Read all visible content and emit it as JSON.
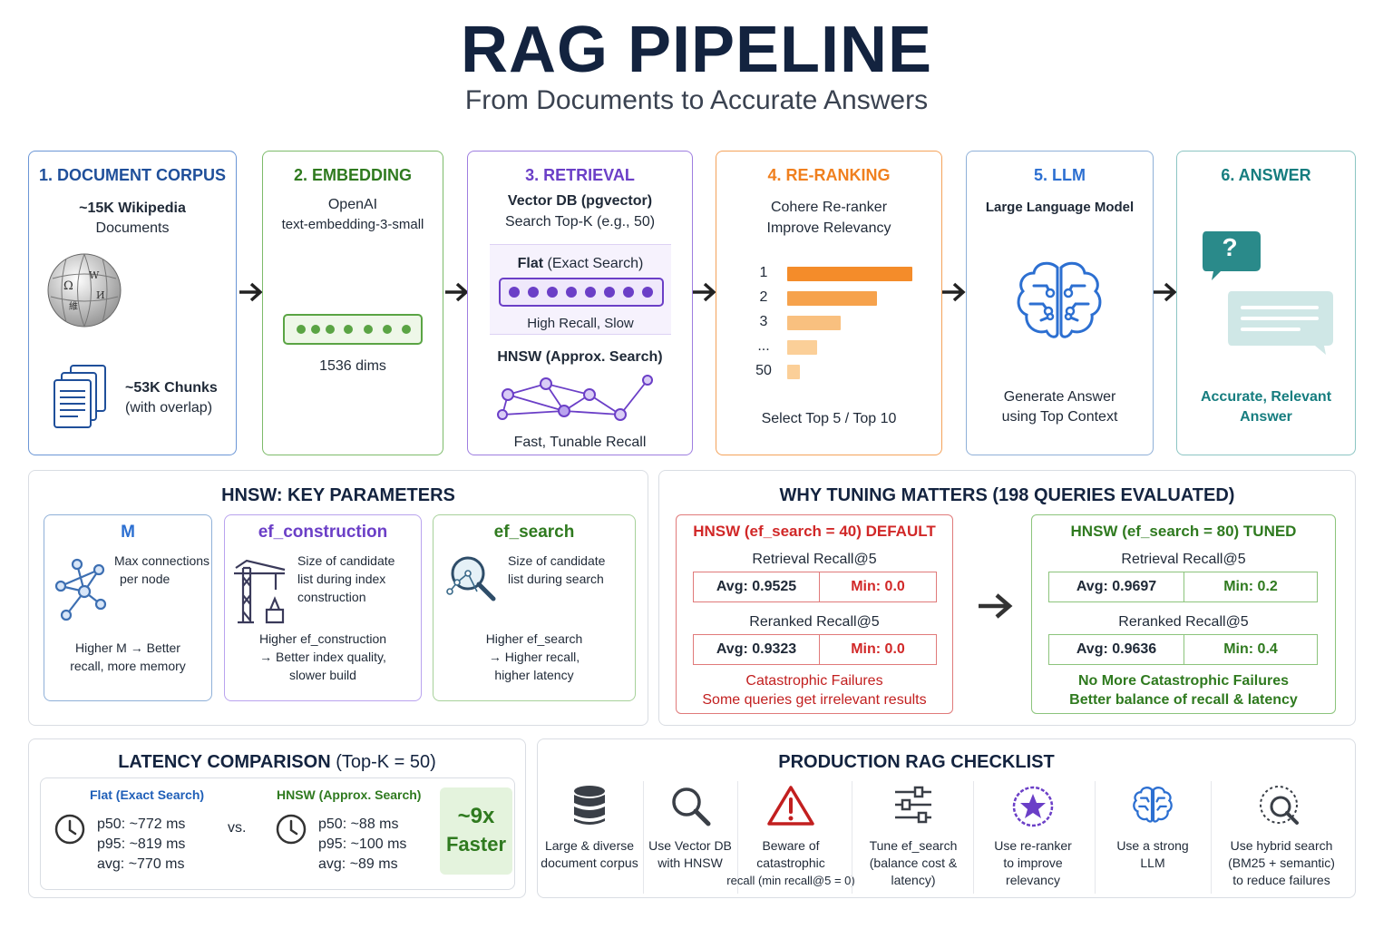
{
  "header": {
    "title": "RAG PIPELINE",
    "subtitle": "From Documents to Accurate Answers"
  },
  "stages": {
    "corpus": {
      "title": "1. DOCUMENT CORPUS",
      "line1": "~15K Wikipedia",
      "line2": "Documents",
      "chunks1": "~53K Chunks",
      "chunks2": "(with overlap)"
    },
    "embedding": {
      "title": "2. EMBEDDING",
      "line1": "OpenAI",
      "line2": "text-embedding-3-small",
      "dims": "1536 dims"
    },
    "retrieval": {
      "title": "3. RETRIEVAL",
      "line1": "Vector DB (pgvector)",
      "line2": "Search Top-K (e.g., 50)",
      "flat_bold": "Flat",
      "flat_rest": " (Exact Search)",
      "flat_note": "High Recall, Slow",
      "hnsw_title": "HNSW (Approx. Search)",
      "hnsw_note": "Fast, Tunable Recall"
    },
    "rerank": {
      "title": "4. RE-RANKING",
      "line1": "Cohere Re-ranker",
      "line2": "Improve Relevancy",
      "ranks": [
        "1",
        "2",
        "3",
        "...",
        "50"
      ],
      "rank_scores": [
        1.0,
        0.72,
        0.43,
        0.24,
        0.1
      ],
      "footer": "Select Top 5 / Top 10"
    },
    "llm": {
      "title": "5. LLM",
      "line1": "Large Language Model",
      "gen1": "Generate Answer",
      "gen2": "using Top Context"
    },
    "answer": {
      "title": "6. ANSWER",
      "q": "?",
      "line1": "Accurate, Relevant",
      "line2": "Answer"
    }
  },
  "hnsw_params": {
    "title": "HNSW: KEY PARAMETERS",
    "m": {
      "name": "M",
      "desc1": "Max connections",
      "desc2": "per node",
      "note1": "Higher M → Better",
      "note2": "recall, more memory"
    },
    "efc": {
      "name": "ef_construction",
      "desc1": "Size of candidate",
      "desc2": "list during index",
      "desc3": "construction",
      "note1": "Higher ef_construction",
      "note2": "→ Better index quality,",
      "note3": "slower build"
    },
    "efs": {
      "name": "ef_search",
      "desc1": "Size of candidate",
      "desc2": "list during search",
      "note1": "Higher ef_search",
      "note2": "→ Higher recall,",
      "note3": "higher latency"
    }
  },
  "tuning": {
    "title": "WHY TUNING MATTERS (198 QUERIES EVALUATED)",
    "default": {
      "title": "HNSW (ef_search = 40) DEFAULT",
      "retrieval_label": "Retrieval Recall@5",
      "retrieval_avg": "Avg: 0.9525",
      "retrieval_min": "Min:  0.0",
      "rerank_label": "Reranked Recall@5",
      "rerank_avg": "Avg: 0.9323",
      "rerank_min": "Min:  0.0",
      "foot1": "Catastrophic Failures",
      "foot2": "Some queries get irrelevant results"
    },
    "tuned": {
      "title": "HNSW (ef_search = 80) TUNED",
      "retrieval_label": "Retrieval Recall@5",
      "retrieval_avg": "Avg: 0.9697",
      "retrieval_min": "Min:  0.2",
      "rerank_label": "Reranked Recall@5",
      "rerank_avg": "Avg: 0.9636",
      "rerank_min": "Min:  0.4",
      "foot1": "No More Catastrophic Failures",
      "foot2": "Better balance of recall & latency"
    }
  },
  "latency": {
    "title_bold": "LATENCY COMPARISON",
    "title_rest": " (Top-K = 50)",
    "flat": {
      "title": "Flat (Exact Search)",
      "p50": "p50: ~772 ms",
      "p95": "p95: ~819 ms",
      "avg": "avg: ~770 ms"
    },
    "vs": "vs.",
    "hnsw": {
      "title": "HNSW (Approx. Search)",
      "p50": "p50: ~88 ms",
      "p95": "p95: ~100 ms",
      "avg": "avg: ~89 ms"
    },
    "speedup1": "~9x",
    "speedup2": "Faster"
  },
  "checklist": {
    "title": "PRODUCTION RAG CHECKLIST",
    "items": [
      {
        "icon": "database-icon",
        "l1": "Large & diverse",
        "l2": "document corpus",
        "l3": ""
      },
      {
        "icon": "magnifier-icon",
        "l1": "Use Vector DB",
        "l2": "with HNSW",
        "l3": ""
      },
      {
        "icon": "warning-icon",
        "l1": "Beware of",
        "l2": "catastrophic",
        "l3": "recall (min recall@5 = 0)"
      },
      {
        "icon": "sliders-icon",
        "l1": "Tune ef_search",
        "l2": "(balance cost &",
        "l3": "latency)"
      },
      {
        "icon": "star-badge-icon",
        "l1": "Use re-ranker",
        "l2": "to improve",
        "l3": "relevancy"
      },
      {
        "icon": "brain-icon",
        "l1": "Use a strong",
        "l2": "LLM",
        "l3": ""
      },
      {
        "icon": "hybrid-search-icon",
        "l1": "Use hybrid search",
        "l2": "(BM25 + semantic)",
        "l3": "to reduce failures"
      }
    ]
  },
  "colors": {
    "navy": "#13233f",
    "blue": "#1f4f9a",
    "green": "#2f7a1f",
    "purple": "#6b3fc7",
    "orange": "#f0801f",
    "llm_blue": "#2c6fd1",
    "teal": "#167d7f",
    "red": "#d12828"
  }
}
